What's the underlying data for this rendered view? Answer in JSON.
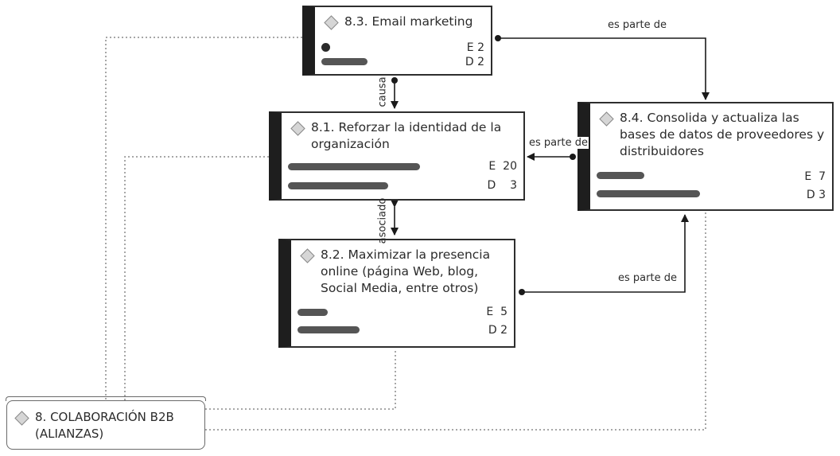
{
  "nodes": {
    "email": {
      "title": "8.3. Email marketing",
      "e_label": "E",
      "e_value": "2",
      "d_label": "D",
      "d_value": "2"
    },
    "reforzar": {
      "title": "8.1. Reforzar la identidad de la organización",
      "e_label": "E",
      "e_value": "20",
      "d_label": "D",
      "d_value": "3"
    },
    "maximizar": {
      "title": "8.2. Maximizar la presencia online (página Web, blog, Social Media, entre otros)",
      "e_label": "E",
      "e_value": "5",
      "d_label": "D",
      "d_value": "2"
    },
    "consolida": {
      "title": "8.4. Consolida y actualiza las bases de datos de proveedores y distribuidores",
      "e_label": "E",
      "e_value": "7",
      "d_label": "D",
      "d_value": "3"
    }
  },
  "root": {
    "title": "8. COLABORACIÓN B2B (ALIANZAS)"
  },
  "links": {
    "email_to_consolida": "es parte de",
    "email_to_reforzar": "causa",
    "consolida_to_reforzar": "es parte de",
    "reforzar_to_maximizar": "asociado",
    "maximizar_to_consolida": "es parte de"
  },
  "colors": {
    "node_border": "#2e2e2e",
    "node_stripe": "#1e1e1e",
    "bar": "#555555",
    "link": "#1a1a1a",
    "dotted": "#8a8a8a"
  }
}
